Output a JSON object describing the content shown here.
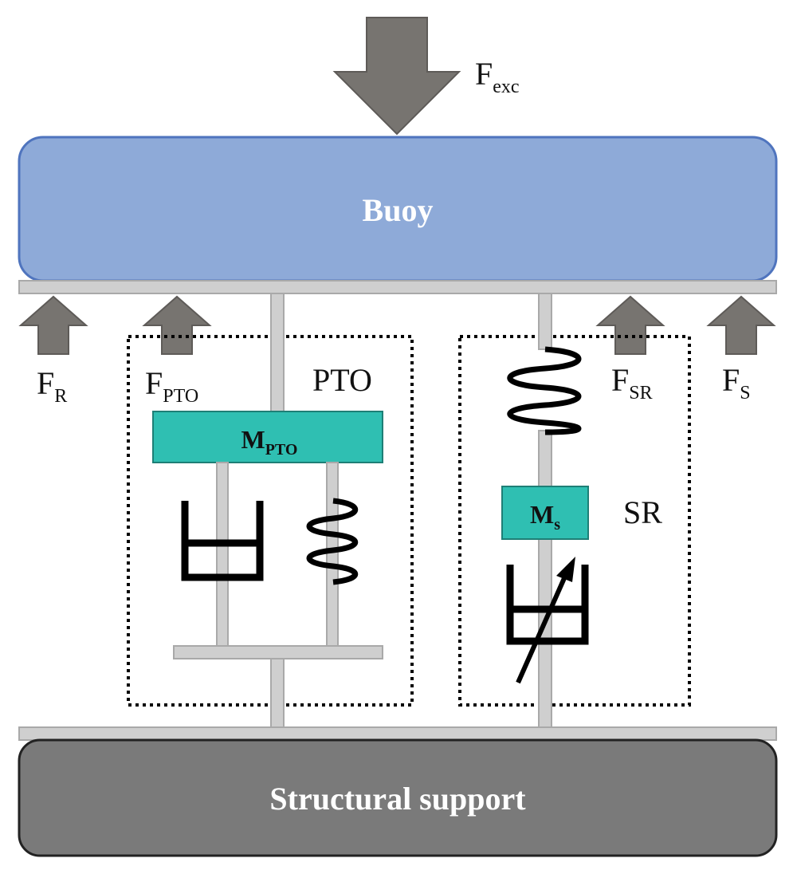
{
  "buoy": {
    "label": "Buoy",
    "fill": "#8eaad8",
    "stroke": "#4f74be"
  },
  "support": {
    "label": "Structural support",
    "fill": "#7a7a7a",
    "stroke": "#222222"
  },
  "forces": {
    "exc": {
      "base": "F",
      "sub": "exc"
    },
    "r": {
      "base": "F",
      "sub": "R"
    },
    "pto": {
      "base": "F",
      "sub": "PTO"
    },
    "sr": {
      "base": "F",
      "sub": "SR"
    },
    "s": {
      "base": "F",
      "sub": "S"
    }
  },
  "pto": {
    "box_label": "PTO",
    "mass": {
      "base": "M",
      "sub": "PTO"
    }
  },
  "sr": {
    "box_label": "SR",
    "mass": {
      "base": "M",
      "sub": "s"
    }
  },
  "colors": {
    "arrow": "#777470",
    "rod": "#cfcfcf",
    "rod_stroke": "#a9a9a9",
    "mass": "#2fbfb2",
    "mass_stroke": "#1e7f76"
  }
}
